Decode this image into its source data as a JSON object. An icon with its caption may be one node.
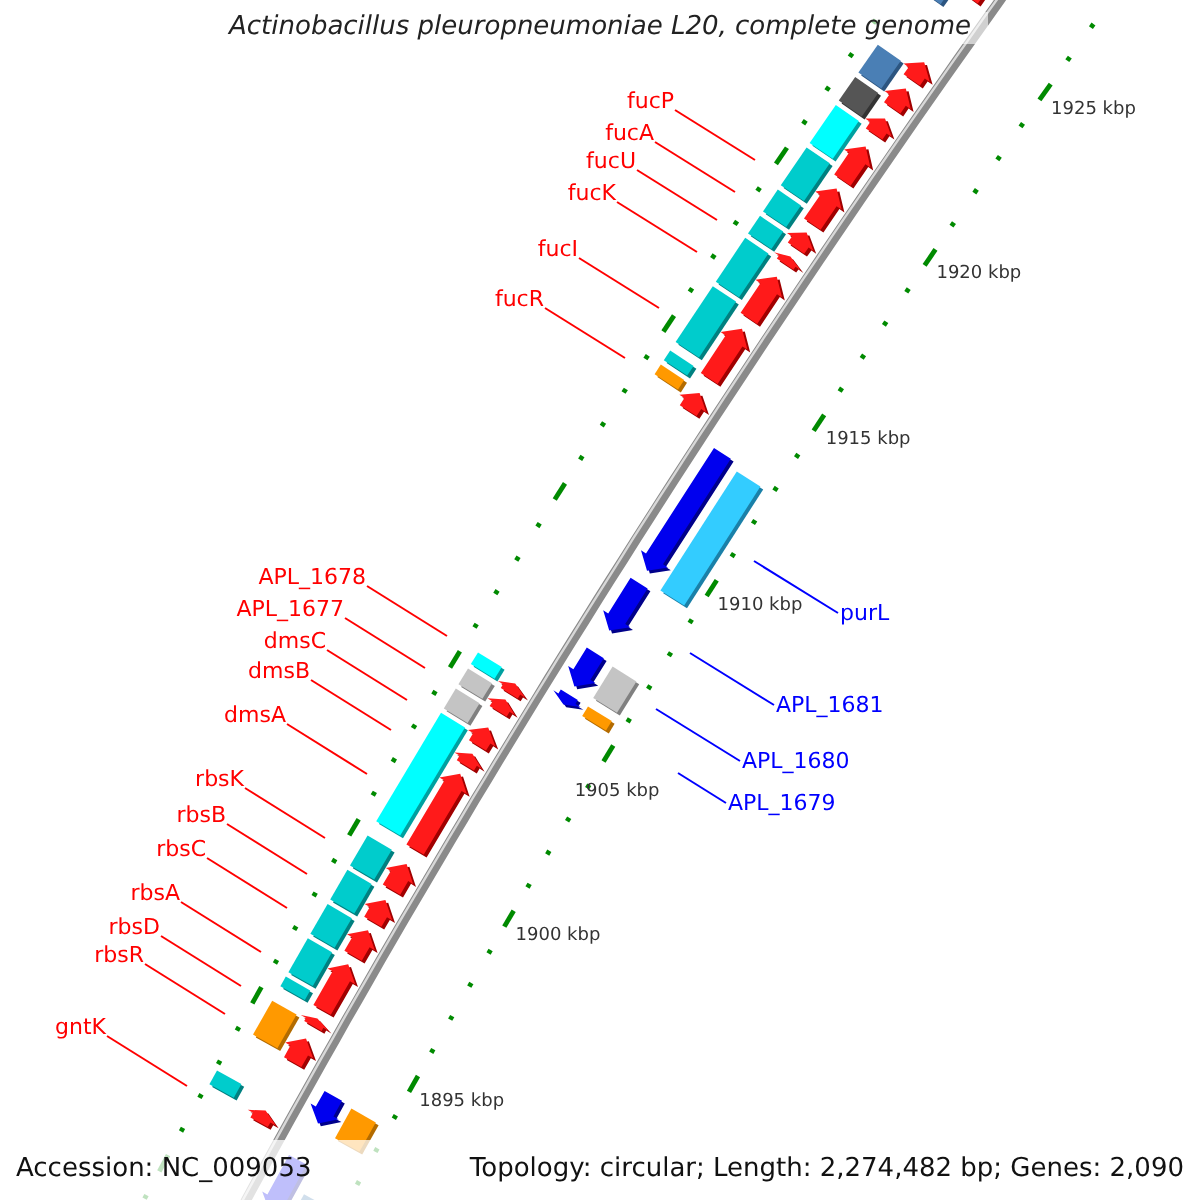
{
  "diagram": {
    "title": "Actinobacillus pleuropneumoniae L20, complete genome",
    "nodes": [
      {
        "text": [
          "fucP"
        ]
      },
      {
        "text": [
          "fucA"
        ]
      },
      {
        "text": [
          "fucU"
        ]
      },
      {
        "text": [
          "fucK"
        ]
      },
      {
        "text": [
          "fucI"
        ]
      },
      {
        "text": [
          "fucR"
        ]
      },
      {
        "text": [
          "APL_1678"
        ]
      },
      {
        "text": [
          "APL_1677"
        ]
      },
      {
        "text": [
          "dmsC"
        ]
      },
      {
        "text": [
          "dmsB"
        ]
      },
      {
        "text": [
          "dmsA"
        ]
      },
      {
        "text": [
          "rbsK"
        ]
      },
      {
        "text": [
          "rbsB"
        ]
      },
      {
        "text": [
          "rbsC"
        ]
      },
      {
        "text": [
          "rbsA"
        ]
      },
      {
        "text": [
          "rbsD"
        ]
      },
      {
        "text": [
          "rbsR"
        ]
      },
      {
        "text": [
          "gntK"
        ]
      },
      {
        "text": [
          "purL"
        ]
      },
      {
        "text": [
          "APL_1681"
        ]
      },
      {
        "text": [
          "APL_1680"
        ]
      },
      {
        "text": [
          "APL_1679"
        ]
      }
    ],
    "edges": [
      {
        "from": 0,
        "to": null,
        "arrow": "none"
      },
      {
        "from": 1,
        "to": null,
        "arrow": "none"
      },
      {
        "from": 2,
        "to": null,
        "arrow": "none"
      },
      {
        "from": 3,
        "to": null,
        "arrow": "none"
      },
      {
        "from": 4,
        "to": null,
        "arrow": "none"
      },
      {
        "from": 5,
        "to": null,
        "arrow": "none"
      },
      {
        "from": 6,
        "to": null,
        "arrow": "none"
      },
      {
        "from": 7,
        "to": null,
        "arrow": "none"
      },
      {
        "from": 8,
        "to": null,
        "arrow": "none"
      },
      {
        "from": 9,
        "to": null,
        "arrow": "none"
      },
      {
        "from": 10,
        "to": null,
        "arrow": "none"
      },
      {
        "from": 11,
        "to": null,
        "arrow": "none"
      },
      {
        "from": 12,
        "to": null,
        "arrow": "none"
      },
      {
        "from": 13,
        "to": null,
        "arrow": "none"
      },
      {
        "from": 14,
        "to": null,
        "arrow": "none"
      },
      {
        "from": 15,
        "to": null,
        "arrow": "none"
      },
      {
        "from": 16,
        "to": null,
        "arrow": "none"
      },
      {
        "from": 17,
        "to": null,
        "arrow": "none"
      },
      {
        "from": 18,
        "to": null,
        "arrow": "none",
        "color": "#0000ff"
      },
      {
        "from": 19,
        "to": null,
        "arrow": "none",
        "color": "#0000ff"
      },
      {
        "from": 20,
        "to": null,
        "arrow": "none",
        "color": "#0000ff"
      },
      {
        "from": 21,
        "to": null,
        "arrow": "none",
        "color": "#0000ff"
      }
    ],
    "labels": [
      "1925 kbp",
      "1920 kbp",
      "1915 kbp",
      "1910 kbp",
      "1905 kbp",
      "1900 kbp",
      "1895 kbp",
      "Accession: NC_009053",
      "Topology: circular; Length: 2,274,482 bp; Genes: 2,090"
    ]
  }
}
